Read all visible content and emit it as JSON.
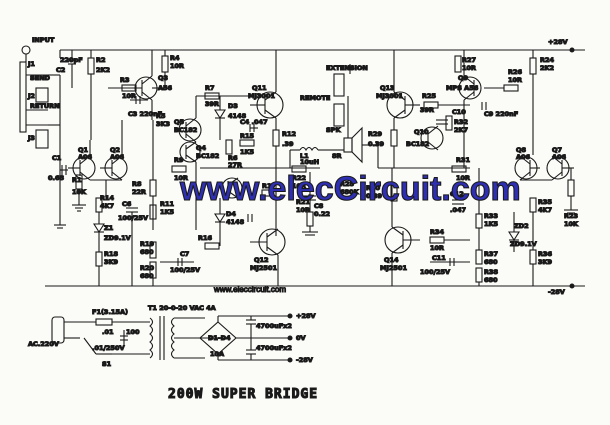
{
  "title": "200W SUPER BRIDGE",
  "watermark": "www.elecCircuit.com",
  "watermark_small": "www.eleccircuit.com",
  "rails": {
    "pos": "+28V",
    "neg": "-28V",
    "gnd": "0V"
  },
  "labels": {
    "input": "INPUT",
    "send": "SEND",
    "return": "RETURN",
    "extension": "EXTENSION",
    "remote": "REMOTE",
    "spk": "SPK",
    "spk_r": "8R",
    "j1": "J1",
    "j2": "J2",
    "j3": "J3",
    "c1": "C1",
    "c1v": "0.68",
    "c2": "C2",
    "c2v": "220pF",
    "r1": "R1",
    "r1v": "10K",
    "r2": "R2",
    "r2v": "2K2",
    "r3": "R3",
    "r3v": "10R",
    "q1": "Q1",
    "q1t": "A06",
    "q2": "Q2",
    "q2t": "A06",
    "q3": "Q3",
    "q3t": "A56",
    "r4": "R4",
    "r4v": "10R",
    "r5": "R5",
    "r5v": "3K3",
    "c3": "C3 220nF",
    "q5": "Q5",
    "q5t": "BC182",
    "q4": "Q4",
    "q4t": "BC182",
    "r7": "R7",
    "r7v": "39R",
    "d3": "D3",
    "d3v": "4148",
    "r6": "R6",
    "r6v": "27R",
    "q11": "Q11",
    "q11t": "MJ3001",
    "r12": "R12",
    "r12v": ".39",
    "r15": "R15",
    "r15v": "1K5",
    "c4": "C4 .047",
    "r9": "R9",
    "r9v": "10R",
    "r8": "R8",
    "r8v": "22R",
    "r11": "R11",
    "r11v": "1K5",
    "r14": "R14",
    "r14v": "4K7",
    "c6": "C6",
    "c6v": "100/25V",
    "z1": "Z1",
    "z1v": "ZD9.1V",
    "r18": "R18",
    "r18v": "3K9",
    "r19": "R19",
    "r19v": "680",
    "r20": "R20",
    "r20v": "680",
    "r16": "R16",
    "c7": "C7",
    "c7v": "100/25V",
    "d4": "D4",
    "d4v": "4148",
    "q12": "Q12",
    "q12t": "MJ2501",
    "c8": "C8",
    "c8v": "0.22",
    "r21": "R21",
    "r21v": "10R",
    "r22": "R22",
    "r22v": "10R",
    "l1": "L1",
    "l1v": "10uH",
    "r17": "R17",
    "r28": "R28",
    "r28v": "680K",
    "q13": "Q13",
    "q13t": "MJ3001",
    "r25": "R25",
    "r25v": "39R",
    "q9": "Q9",
    "q9t": "MPS A56",
    "r27": "R27",
    "r27v": "10R",
    "r26": "R26",
    "r26v": "10R",
    "r24": "R24",
    "r24v": "2K2",
    "c9": "C9 220nF",
    "r29": "R29",
    "r29v": "0.39",
    "q10": "Q10",
    "q10t": "BC182",
    "c10": "C10",
    "r32": "R32",
    "r32v": "2K7",
    "r31": "R31",
    "r31v": "10R",
    "q8": "Q8",
    "q8t": "A06",
    "q7": "Q7",
    "q7t": "A06",
    "r30": "R30",
    "r30v": "0.39",
    "c12": "C12",
    "c12v": ".047",
    "r33": "R33",
    "r33v": "1K5",
    "r35": "R35",
    "r35v": "4K7",
    "r23": "R23",
    "r23v": "10K",
    "zd2": "ZD2",
    "zd2v": "ZD9.1V",
    "r36": "R36",
    "r36v": "3K9",
    "q14": "Q14",
    "q14t": "MJ2501",
    "r34": "R34",
    "r34v": "10R",
    "c11": "C11",
    "c11v": "100/25V",
    "r37": "R37",
    "r37v": "680",
    "r38": "R38",
    "r38v": "680",
    "f1": "F1(3.15A)",
    "t1": "T1  20-0-20 VAC 4A",
    "ac": "AC.220V",
    "c01": ".01",
    "c100": "100",
    "c01b": ".01/250V",
    "s1": "S1",
    "bridge": "D1-D4",
    "bridge_a": "10A",
    "cap_pos": "4700uFx2",
    "cap_neg": "4700uFx2"
  }
}
